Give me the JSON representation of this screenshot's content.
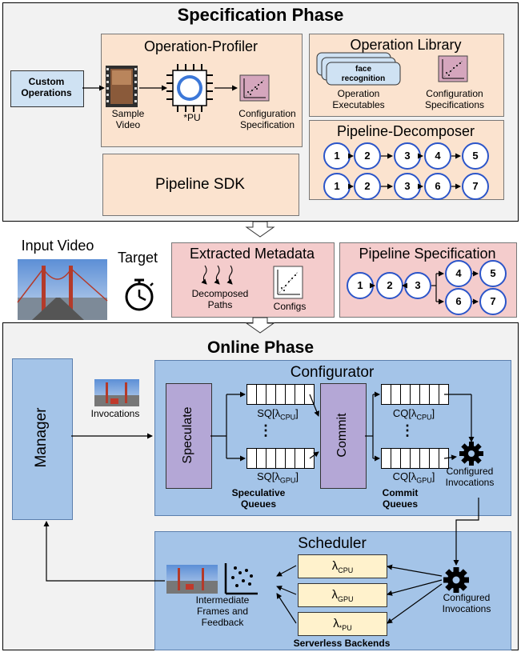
{
  "spec_phase": {
    "title": "Specification Phase",
    "custom_ops": "Custom Operations",
    "profiler": {
      "title": "Operation-Profiler",
      "sample_video": "Sample Video",
      "pu": "*PU",
      "config_spec": "Configuration Specification"
    },
    "library": {
      "title": "Operation Library",
      "card": "face recognition",
      "executables": "Operation Executables",
      "config_specs": "Configuration Specifications"
    },
    "decomposer": {
      "title": "Pipeline-Decomposer",
      "row1": [
        "1",
        "2",
        "3",
        "4",
        "5"
      ],
      "row2": [
        "1",
        "2",
        "3",
        "6",
        "7"
      ]
    },
    "sdk": "Pipeline SDK"
  },
  "middle": {
    "input_video": "Input Video",
    "target": "Target",
    "extracted": {
      "title": "Extracted Metadata",
      "paths": "Decomposed Paths",
      "configs": "Configs"
    },
    "pipeline_spec": {
      "title": "Pipeline Specification",
      "nodes": [
        "1",
        "2",
        "3",
        "4",
        "5",
        "6",
        "7"
      ]
    }
  },
  "online_phase": {
    "title": "Online Phase",
    "manager": "Manager",
    "invocations": "Invocations",
    "configurator": {
      "title": "Configurator",
      "speculate": "Speculate",
      "commit": "Commit",
      "sq_cpu": "SQ[λ",
      "sq_cpu_sub": "CPU",
      "sq_gpu": "SQ[λ",
      "sq_gpu_sub": "GPU",
      "cq_cpu": "CQ[λ",
      "cq_cpu_sub": "CPU",
      "cq_gpu": "CQ[λ",
      "cq_gpu_sub": "GPU",
      "bracket": "]",
      "dots": "⋮",
      "spec_queues": "Speculative Queues",
      "commit_queues": "Commit Queues",
      "configured": "Configured Invocations"
    },
    "scheduler": {
      "title": "Scheduler",
      "lam": "λ",
      "backends": [
        "CPU",
        "GPU",
        "*PU"
      ],
      "serverless": "Serverless Backends",
      "configured": "Configured Invocations",
      "feedback": "Intermediate Frames and Feedback"
    }
  },
  "colors": {
    "node_border": "#2b55c9",
    "peach": "#fbe3cf",
    "pink": "#f4cccc",
    "blue": "#a4c4e8",
    "purple": "#b4a7d6",
    "lambda_box": "#fff2cc"
  }
}
